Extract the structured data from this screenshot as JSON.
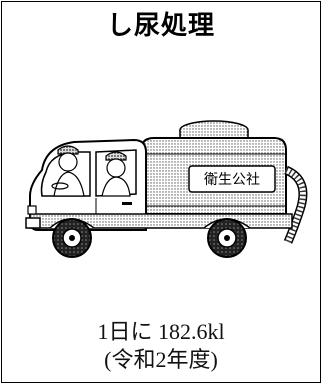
{
  "title": "し尿処理",
  "truck": {
    "label": "衛生公社"
  },
  "caption": {
    "line1": "1日に 182.6kl",
    "line2": "(令和2年度)"
  }
}
